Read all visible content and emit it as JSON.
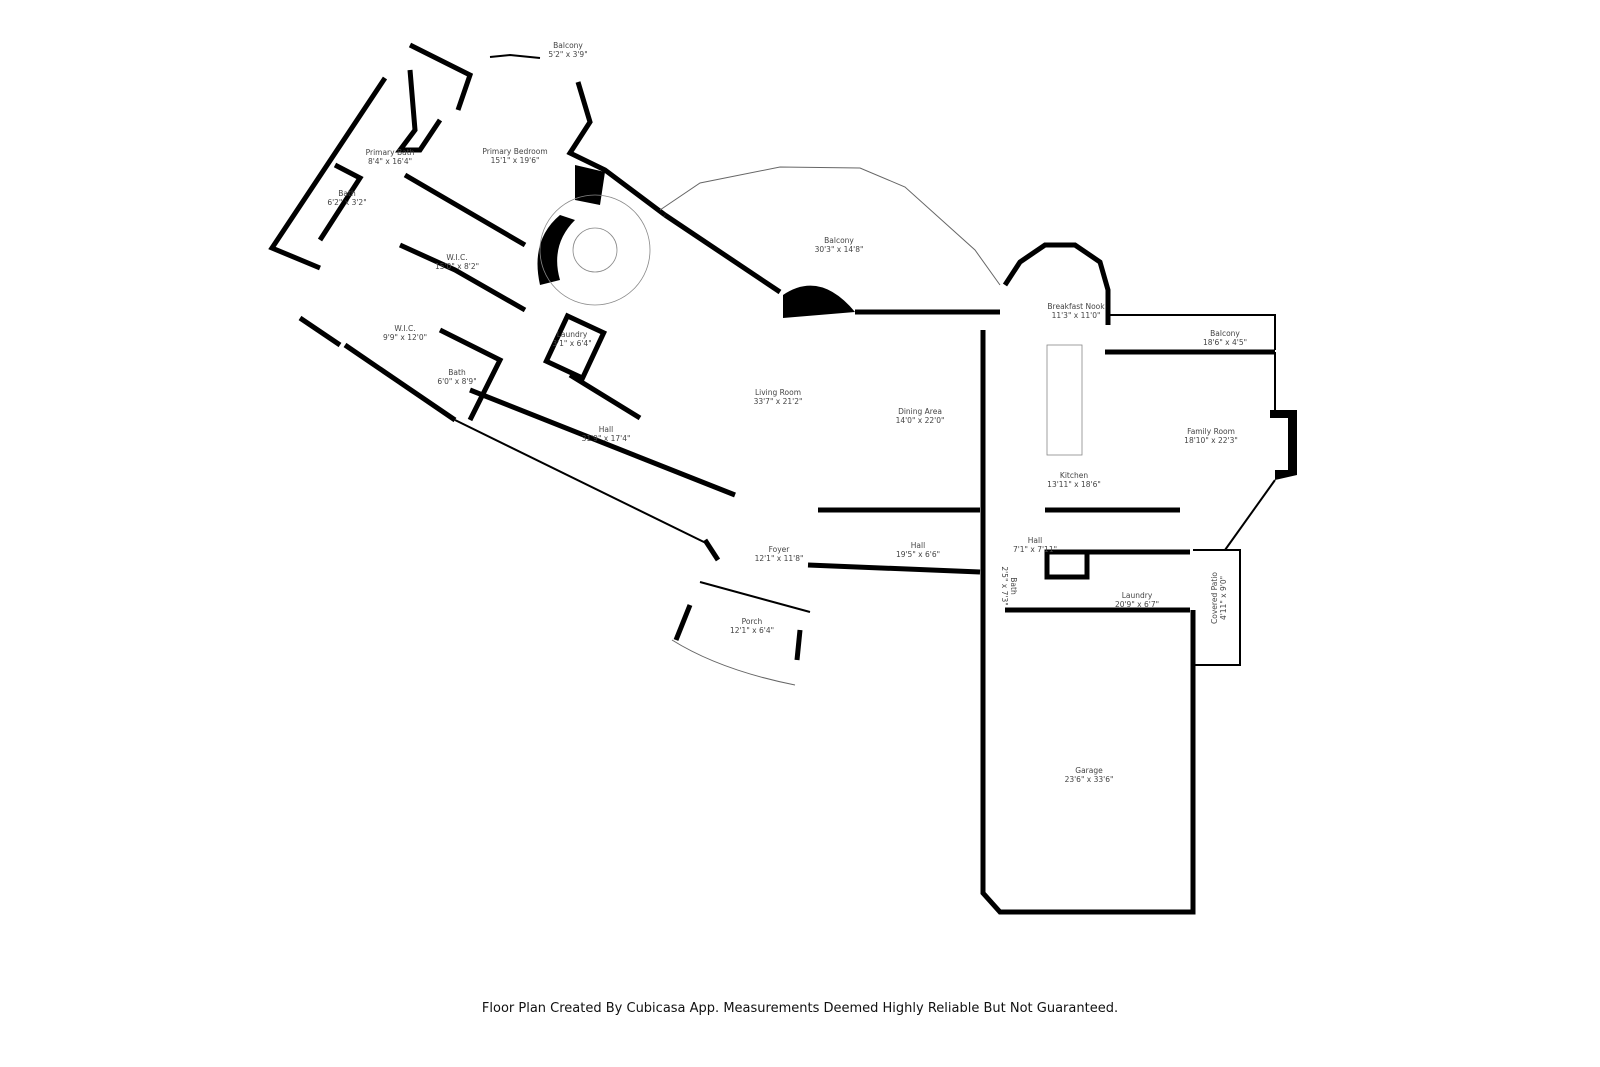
{
  "rooms": [
    {
      "name": "Balcony",
      "dims": "5'2\" x 3'9\""
    },
    {
      "name": "Primary Bedroom",
      "dims": "15'1\" x 19'6\""
    },
    {
      "name": "Primary Bath",
      "dims": "8'4\" x 16'4\""
    },
    {
      "name": "Bath",
      "dims": "6'2\" x 3'2\""
    },
    {
      "name": "W.I.C.",
      "dims": "15'0\" x 8'2\""
    },
    {
      "name": "W.I.C.",
      "dims": "9'9\" x 12'0\""
    },
    {
      "name": "Bath",
      "dims": "6'0\" x 8'9\""
    },
    {
      "name": "Laundry",
      "dims": "3'1\" x 6'4\""
    },
    {
      "name": "Hall",
      "dims": "31'9\" x 17'4\""
    },
    {
      "name": "Balcony",
      "dims": "30'3\" x 14'8\""
    },
    {
      "name": "Living Room",
      "dims": "33'7\" x 21'2\""
    },
    {
      "name": "Dining Area",
      "dims": "14'0\" x 22'0\""
    },
    {
      "name": "Foyer",
      "dims": "12'1\" x 11'8\""
    },
    {
      "name": "Porch",
      "dims": "12'1\" x 6'4\""
    },
    {
      "name": "Hall",
      "dims": "19'5\" x 6'6\""
    },
    {
      "name": "Breakfast Nook",
      "dims": "11'3\" x 11'0\""
    },
    {
      "name": "Balcony",
      "dims": "18'6\" x 4'5\""
    },
    {
      "name": "Family Room",
      "dims": "18'10\" x 22'3\""
    },
    {
      "name": "Kitchen",
      "dims": "13'11\" x 18'6\""
    },
    {
      "name": "Hall",
      "dims": "7'1\" x 7'11\""
    },
    {
      "name": "Bath",
      "dims": "2'5\" x 7'3\""
    },
    {
      "name": "Laundry",
      "dims": "20'9\" x 6'7\""
    },
    {
      "name": "Covered Patio",
      "dims": "4'11\" x 9'0\""
    },
    {
      "name": "Garage",
      "dims": "23'6\" x 33'6\""
    }
  ],
  "footer": "Floor Plan Created By Cubicasa App. Measurements Deemed Highly Reliable But Not Guaranteed."
}
